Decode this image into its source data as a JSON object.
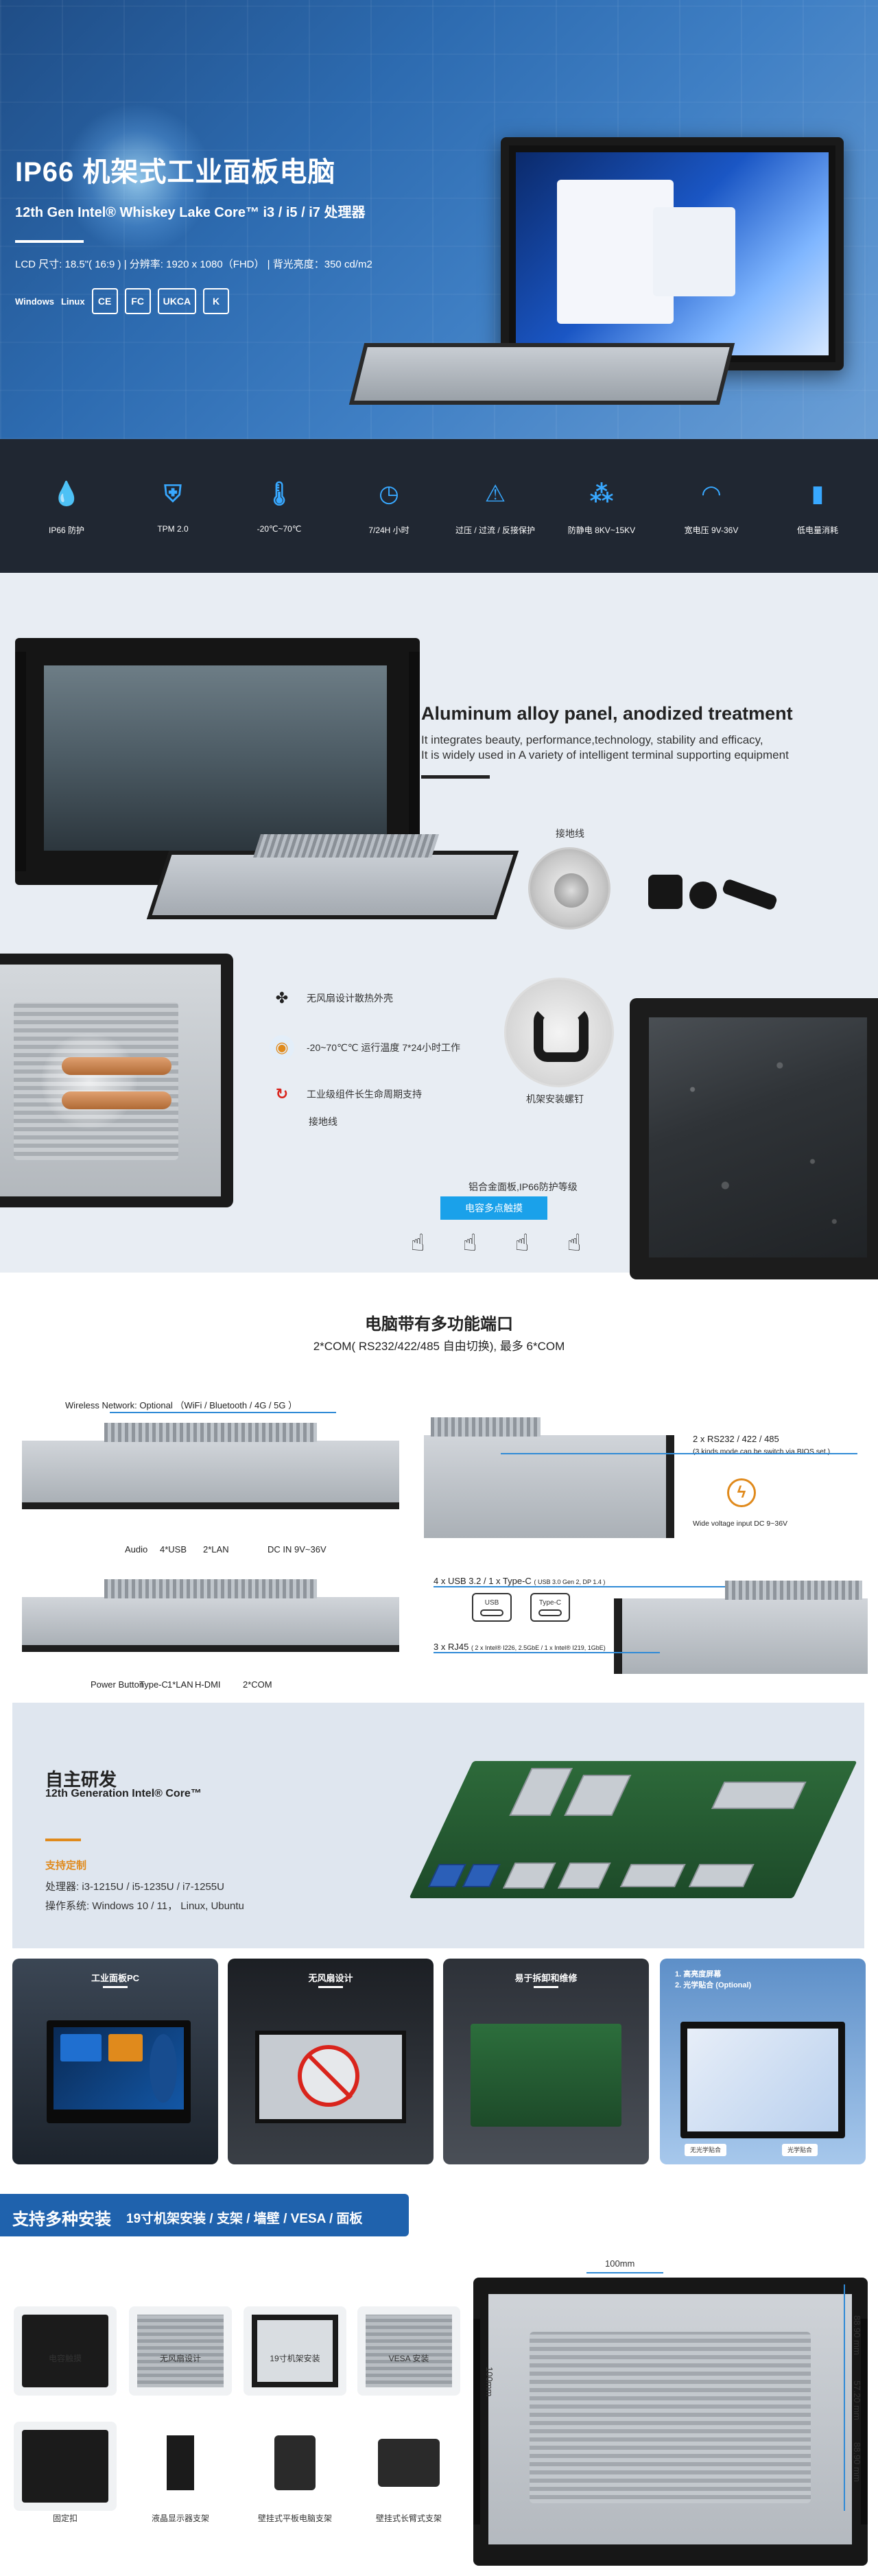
{
  "hero": {
    "title": "IP66 机架式工业面板电脑",
    "subtitle": "12th Gen Intel® Whiskey Lake Core™ i3 / i5 / i7 处理器",
    "spec": "LCD 尺寸: 18.5\"( 16:9 )  |  分辨率: 1920 x 1080（FHD）  |  背光亮度：350 cd/m2",
    "logos": [
      "Windows",
      "Linux",
      "CE",
      "FC",
      "UKCA",
      "K"
    ]
  },
  "features": [
    {
      "icon": "water-drop-icon",
      "label": "IP66 防护"
    },
    {
      "icon": "shield-lock-icon",
      "label": "TPM 2.0"
    },
    {
      "icon": "thermometer-icon",
      "label": "-20℃~70℃"
    },
    {
      "icon": "clock-24-icon",
      "label": "7/24H 小时"
    },
    {
      "icon": "protection-shield-icon",
      "label": "过压 / 过流 / 反接保护"
    },
    {
      "icon": "static-discharge-icon",
      "label": "防静电 8KV~15KV"
    },
    {
      "icon": "gauge-icon",
      "label": "宽电压  9V-36V"
    },
    {
      "icon": "battery-icon",
      "label": "低电量消耗"
    }
  ],
  "aluminum": {
    "heading": "Aluminum alloy panel, anodized treatment",
    "para1": "It integrates beauty, performance,technology, stability and efficacy,",
    "para2": "It is widely used in A variety of intelligent terminal supporting equipment",
    "ground_label": "接地线",
    "bullets": [
      "无风扇设计散热外壳",
      "-20~70℃℃ 运行温度 7*24小时工作",
      "工业级组件长生命周期支持"
    ],
    "ground_label_2": "接地线",
    "mount_label": "机架安装螺钉",
    "ip_label": "铝合金面板,IP66防护等级",
    "touch_button": "电容多点触摸"
  },
  "ports": {
    "title": "电脑带有多功能端口",
    "subtitle": "2*COM( RS232/422/485 自由切换), 最多 6*COM",
    "wireless": "Wireless Network: Optional （WiFi / Bluetooth / 4G / 5G ）",
    "top_labels": [
      "Audio",
      "4*USB",
      "2*LAN",
      "DC IN 9V~36V"
    ],
    "bottom_labels": [
      "Power Button",
      "Type-C",
      "1*LAN",
      "H-DMI",
      "2*COM"
    ],
    "rs232": "2 x RS232 / 422 / 485",
    "rs232_note": "(3 kinds mode can be switch via BIOS set.)",
    "wide_voltage": "Wide voltage input DC 9~36V",
    "usb_line": "4 x USB 3.2 / 1 x Type-C",
    "usb_note": "( USB 3.0 Gen 2, DP 1.4 )",
    "usb_icon_label": "USB",
    "typec_icon_label": "Type-C",
    "rj45_line": "3 x RJ45",
    "rj45_note": "( 2 x Intel® I226, 2.5GbE / 1 x Intel® I219, 1GbE)"
  },
  "rd": {
    "heading": "自主研发",
    "subheading": "12th Generation Intel® Core™",
    "custom_title": "支持定制",
    "cpu": "处理器: i3-1215U / i5-1235U / i7-1255U",
    "os": "操作系统: Windows 10 / 11，  Linux, Ubuntu"
  },
  "cards": [
    {
      "title": "工业面板PC"
    },
    {
      "title": "无风扇设计"
    },
    {
      "title": "易于拆卸和维修"
    },
    {
      "options": [
        "1. 高亮度屏幕",
        "2. 光学贴合 (Optional)"
      ],
      "tags": [
        "无光学贴合",
        "光学贴合"
      ]
    }
  ],
  "install": {
    "title": "支持多种安装",
    "subtitle": "19寸机架安装 / 支架 / 墙壁 / VESA / 面板",
    "tiles": [
      "电容触摸",
      "无风扇设计",
      "19寸机架安装",
      "VESA 安装",
      "固定扣",
      "液晶显示器支架",
      "壁挂式平板电脑支架",
      "壁挂式长臂式支架"
    ],
    "dims": {
      "top": "100mm",
      "left": "100mm",
      "right1": "88.90 mm",
      "right2": "57.20 mm",
      "right3": "88.90 mm"
    }
  },
  "colors": {
    "accent": "#1f62ad",
    "icon_blue": "#38a8ff",
    "orange": "#e08a1c",
    "touch_button": "#1aa1ea"
  }
}
